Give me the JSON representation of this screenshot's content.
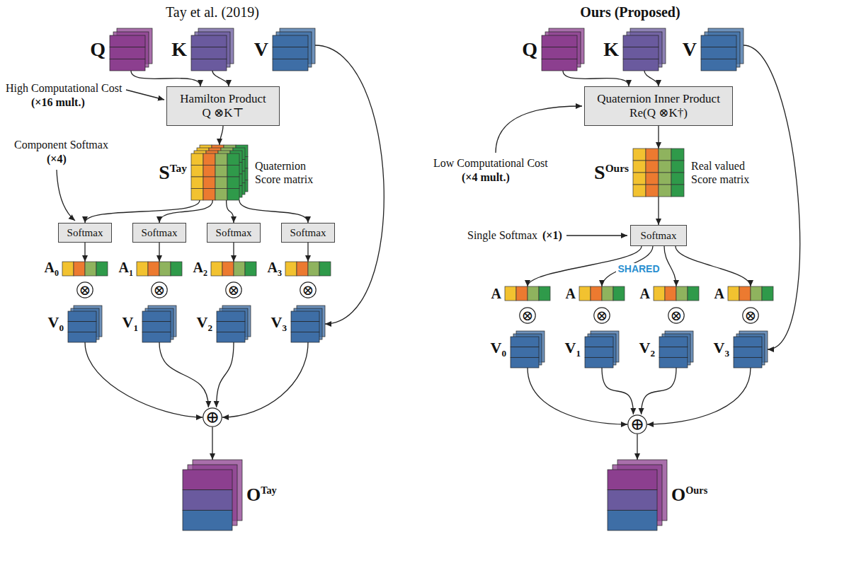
{
  "diagram": {
    "nodes": [
      {
        "text": [
          "Q"
        ]
      },
      {
        "text": [
          "K"
        ]
      },
      {
        "text": [
          "V"
        ]
      },
      {
        "text": [
          "Hamilton Product",
          "Q ⊗K⊤"
        ]
      },
      {
        "text": [
          "S",
          "Tay",
          "Quaternion Score matrix"
        ]
      },
      {
        "text": [
          "Softmax"
        ]
      },
      {
        "text": [
          "Softmax"
        ]
      },
      {
        "text": [
          "Softmax"
        ]
      },
      {
        "text": [
          "Softmax"
        ]
      },
      {
        "text": [
          "A",
          "0"
        ]
      },
      {
        "text": [
          "A",
          "1"
        ]
      },
      {
        "text": [
          "A",
          "2"
        ]
      },
      {
        "text": [
          "A",
          "3"
        ]
      },
      {
        "text": [
          "⊗"
        ]
      },
      {
        "text": [
          "⊗"
        ]
      },
      {
        "text": [
          "⊗"
        ]
      },
      {
        "text": [
          "⊗"
        ]
      },
      {
        "text": [
          "V",
          "0"
        ]
      },
      {
        "text": [
          "V",
          "1"
        ]
      },
      {
        "text": [
          "V",
          "2"
        ]
      },
      {
        "text": [
          "V",
          "3"
        ]
      },
      {
        "text": [
          "⊕"
        ]
      },
      {
        "text": [
          "O",
          "Tay"
        ]
      },
      {
        "text": [
          "Q"
        ]
      },
      {
        "text": [
          "K"
        ]
      },
      {
        "text": [
          "V"
        ]
      },
      {
        "text": [
          "Quaternion Inner Product",
          "Re(Q ⊗K†)"
        ]
      },
      {
        "text": [
          "S",
          "Ours",
          "Real valued Score matrix"
        ]
      },
      {
        "text": [
          "Softmax"
        ]
      },
      {
        "text": [
          "A"
        ]
      },
      {
        "text": [
          "A"
        ]
      },
      {
        "text": [
          "A"
        ]
      },
      {
        "text": [
          "A"
        ]
      },
      {
        "text": [
          "⊗"
        ]
      },
      {
        "text": [
          "⊗"
        ]
      },
      {
        "text": [
          "⊗"
        ]
      },
      {
        "text": [
          "⊗"
        ]
      },
      {
        "text": [
          "V",
          "0"
        ]
      },
      {
        "text": [
          "V",
          "1"
        ]
      },
      {
        "text": [
          "V",
          "2"
        ]
      },
      {
        "text": [
          "V",
          "3"
        ]
      },
      {
        "text": [
          "⊕"
        ]
      },
      {
        "text": [
          "O",
          "Ours"
        ]
      }
    ],
    "edges": [
      {
        "from": 0,
        "to": 3,
        "arrow": "to"
      },
      {
        "from": 1,
        "to": 3,
        "arrow": "to"
      },
      {
        "from": 2,
        "to": 20,
        "arrow": "to"
      },
      {
        "from": 3,
        "to": 4,
        "arrow": "to"
      },
      {
        "from": 4,
        "to": 5,
        "arrow": "to"
      },
      {
        "from": 4,
        "to": 6,
        "arrow": "to"
      },
      {
        "from": 4,
        "to": 7,
        "arrow": "to"
      },
      {
        "from": 4,
        "to": 8,
        "arrow": "to"
      },
      {
        "from": 5,
        "to": 9,
        "arrow": "to"
      },
      {
        "from": 6,
        "to": 10,
        "arrow": "to"
      },
      {
        "from": 7,
        "to": 11,
        "arrow": "to"
      },
      {
        "from": 8,
        "to": 12,
        "arrow": "to"
      },
      {
        "from": 17,
        "to": 21,
        "arrow": "to"
      },
      {
        "from": 18,
        "to": 21,
        "arrow": "to"
      },
      {
        "from": 19,
        "to": 21,
        "arrow": "to"
      },
      {
        "from": 20,
        "to": 21,
        "arrow": "to"
      },
      {
        "from": 21,
        "to": 22,
        "arrow": "to"
      },
      {
        "from": 23,
        "to": 26,
        "arrow": "to"
      },
      {
        "from": 24,
        "to": 26,
        "arrow": "to"
      },
      {
        "from": 25,
        "to": 40,
        "arrow": "to"
      },
      {
        "from": 26,
        "to": 27,
        "arrow": "to"
      },
      {
        "from": 27,
        "to": 28,
        "arrow": "to"
      },
      {
        "from": 28,
        "to": 29,
        "arrow": "to"
      },
      {
        "from": 28,
        "to": 30,
        "arrow": "to"
      },
      {
        "from": 28,
        "to": 31,
        "arrow": "to"
      },
      {
        "from": 28,
        "to": 32,
        "arrow": "to"
      },
      {
        "from": 37,
        "to": 41,
        "arrow": "to"
      },
      {
        "from": 38,
        "to": 41,
        "arrow": "to"
      },
      {
        "from": 39,
        "to": 41,
        "arrow": "to"
      },
      {
        "from": 40,
        "to": 41,
        "arrow": "to"
      },
      {
        "from": 41,
        "to": 42,
        "arrow": "to"
      }
    ],
    "labels": [
      "Tay et al. (2019)",
      "Ours (Proposed)",
      "High Computational Cost",
      "(×16 mult.)",
      "Component Softmax",
      "(×4)",
      "Low Computational Cost",
      "(×4 mult.)",
      "Single Softmax",
      "(×1)",
      "SHARED"
    ]
  }
}
